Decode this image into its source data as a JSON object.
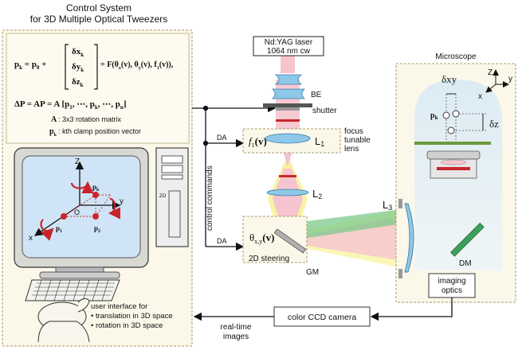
{
  "control_system": {
    "title_line1": "Control System",
    "title_line2": "for 3D Multiple Optical Tweezers",
    "eq1_lhs": "p",
    "eq1_lhs_sub": "k",
    "eq1_mid": " = p",
    "eq1_mid_sub": "0",
    "eq1_plus": " +",
    "vec_dx": "δx",
    "vec_dx_sub": "k",
    "vec_dy": "δy",
    "vec_dy_sub": "k",
    "vec_dz": "δz",
    "vec_dz_sub": "k",
    "eq1_rhs": "= F(θ",
    "eq1_rhs_sub1": "x",
    "eq1_rhs_b": "(v), θ",
    "eq1_rhs_sub2": "y",
    "eq1_rhs_c": "(v), f",
    "eq1_rhs_sub3": "1",
    "eq1_rhs_d": "(v)),",
    "eq2": "ΔP = AP = A [p",
    "eq2_sub1": "1",
    "eq2_b": ", ⋯, p",
    "eq2_sub2": "k",
    "eq2_c": ", ⋯, p",
    "eq2_sub3": "n",
    "eq2_d": "]",
    "def_A_sym": "A",
    "def_A_text": ": 3x3 rotation matrix",
    "def_pk_sym": "p",
    "def_pk_sub": "k",
    "def_pk_text": ": kth clamp position vector"
  },
  "screen": {
    "axis_z": "Z",
    "axis_y": "y",
    "axis_x": "x",
    "origin": "O",
    "pk": "p",
    "pk_sub": "k",
    "p1": "p",
    "p1_sub": "1",
    "p2": "p",
    "p2_sub": "2"
  },
  "tower_label": "ZO",
  "ui_text": {
    "line1": "user interface for",
    "line2": "• translation in 3D space",
    "line3": "• rotation in 3D space"
  },
  "laser": {
    "line1": "Nd:YAG laser",
    "line2": "1064 nm cw"
  },
  "labels": {
    "be": "BE",
    "shutter": "shutter",
    "lens_fn": "f",
    "lens_fn_sub": "1",
    "lens_fn_arg": "(v)",
    "l1": "L",
    "l1_sub": "1",
    "focus_line1": "focus",
    "focus_line2": "tunable",
    "focus_line3": "lens",
    "da1": "DA",
    "da2": "DA",
    "control_commands": "control commands",
    "l2": "L",
    "l2_sub": "2",
    "l3": "L",
    "l3_sub": "3",
    "theta": "θ",
    "theta_sub": "x,y",
    "theta_arg": "(v)",
    "steering": "2D steering",
    "gm": "GM",
    "dm": "DM",
    "microscope": "Microscope",
    "dxy": "δxy",
    "dz": "δz",
    "pk": "p",
    "pk_sub": "k",
    "ax_z": "Z",
    "ax_x": "x",
    "ax_y": "y",
    "imaging_line1": "imaging",
    "imaging_line2": "optics",
    "ccd": "color CCD camera",
    "realtime_line1": "real-time",
    "realtime_line2": "images"
  },
  "colors": {
    "panel_bg": "#fbf8ea",
    "panel_border": "#a89a6a",
    "beam_pink": "#f6c4cf",
    "beam_yellow": "#f4ee7c",
    "beam_green": "#7cc98a",
    "lens_blue": "#8ec8e8",
    "screen_blue": "#cfe4f6",
    "marker_red": "#c8252c"
  }
}
